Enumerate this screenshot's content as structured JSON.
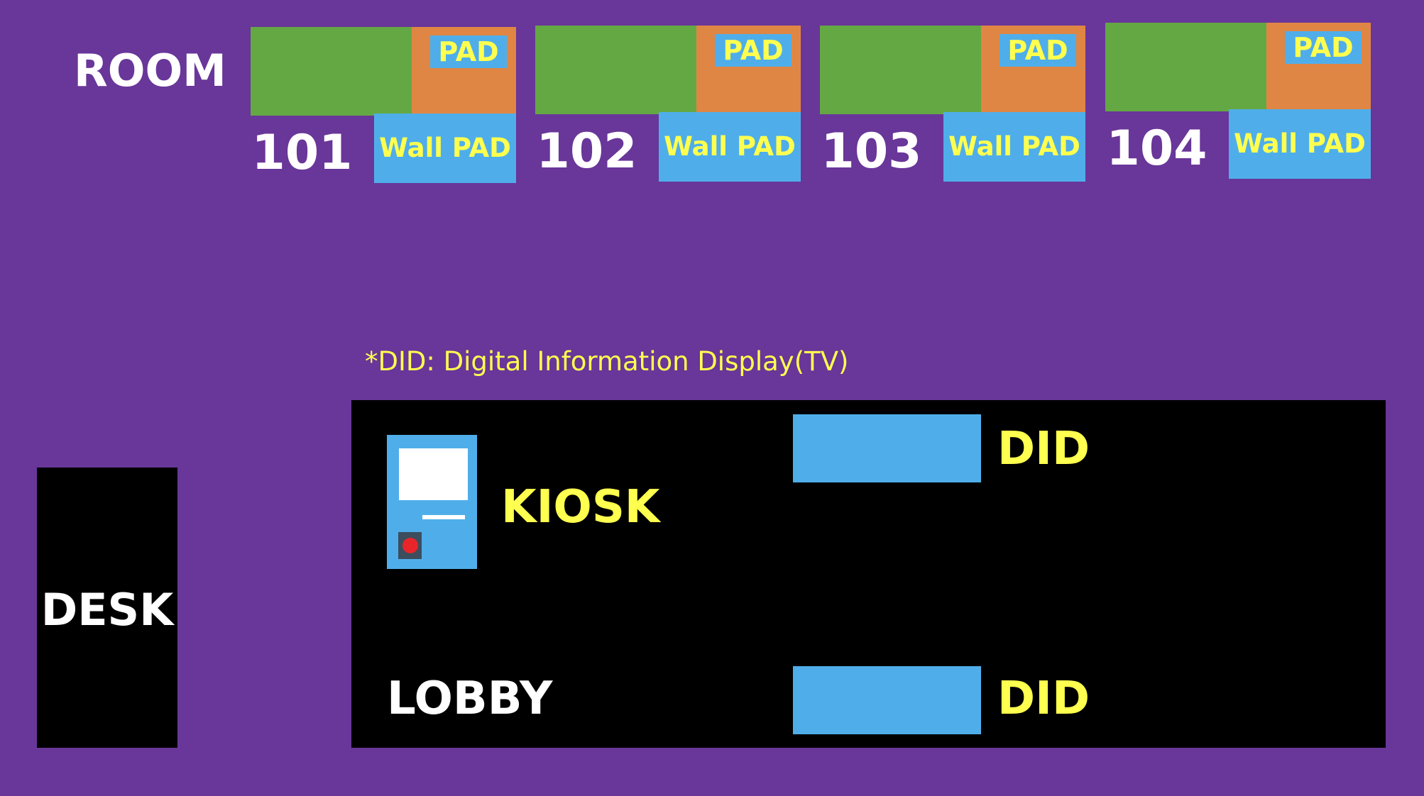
{
  "room_label": "ROOM",
  "rooms": [
    {
      "number": "101",
      "pad_label": "PAD",
      "wall_pad_label": "Wall PAD"
    },
    {
      "number": "102",
      "pad_label": "PAD",
      "wall_pad_label": "Wall PAD"
    },
    {
      "number": "103",
      "pad_label": "PAD",
      "wall_pad_label": "Wall PAD"
    },
    {
      "number": "104",
      "pad_label": "PAD",
      "wall_pad_label": "Wall PAD"
    }
  ],
  "note": "*DID: Digital Information Display(TV)",
  "desk_label": "DESK",
  "lobby": {
    "label": "LOBBY",
    "kiosk_label": "KIOSK",
    "did_top_label": "DID",
    "did_bottom_label": "DID"
  },
  "colors": {
    "background": "#693699",
    "room_green": "#64a844",
    "room_orange": "#e08644",
    "device_blue": "#4faeea",
    "label_yellow": "#ffff4f",
    "label_white": "#ffffff",
    "lobby_black": "#000000"
  },
  "icons": {
    "kiosk": "kiosk-icon"
  }
}
